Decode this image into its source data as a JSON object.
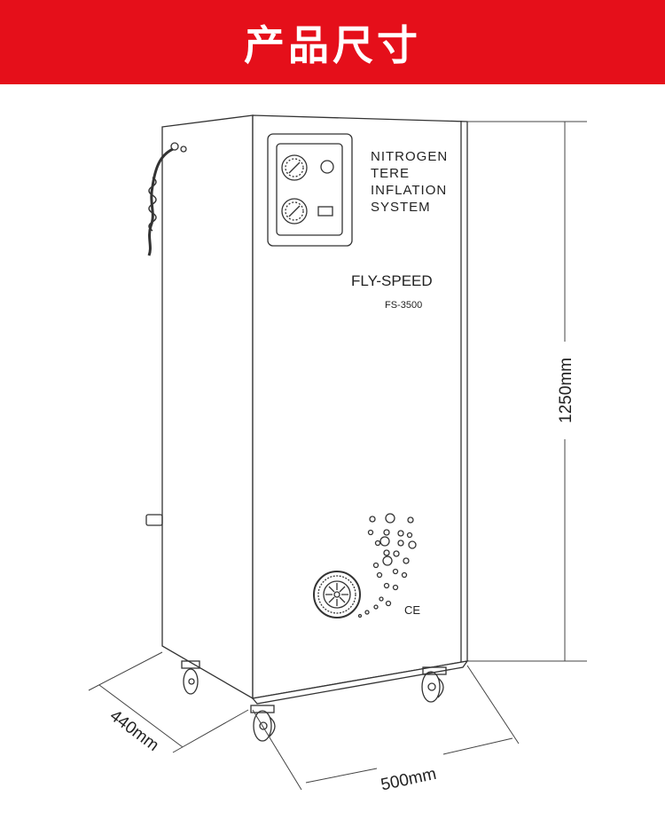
{
  "header": {
    "title": "产品尺寸",
    "color": "#e50f1a"
  },
  "panel": {
    "lines": [
      "NITROGEN",
      "TERE",
      "INFLATION",
      "SYSTEM"
    ]
  },
  "brand": "FLY-SPEED",
  "model": "FS-3500",
  "mark": "CE",
  "dimensions": {
    "height": "1250mm",
    "depth": "440mm",
    "width": "500mm"
  }
}
